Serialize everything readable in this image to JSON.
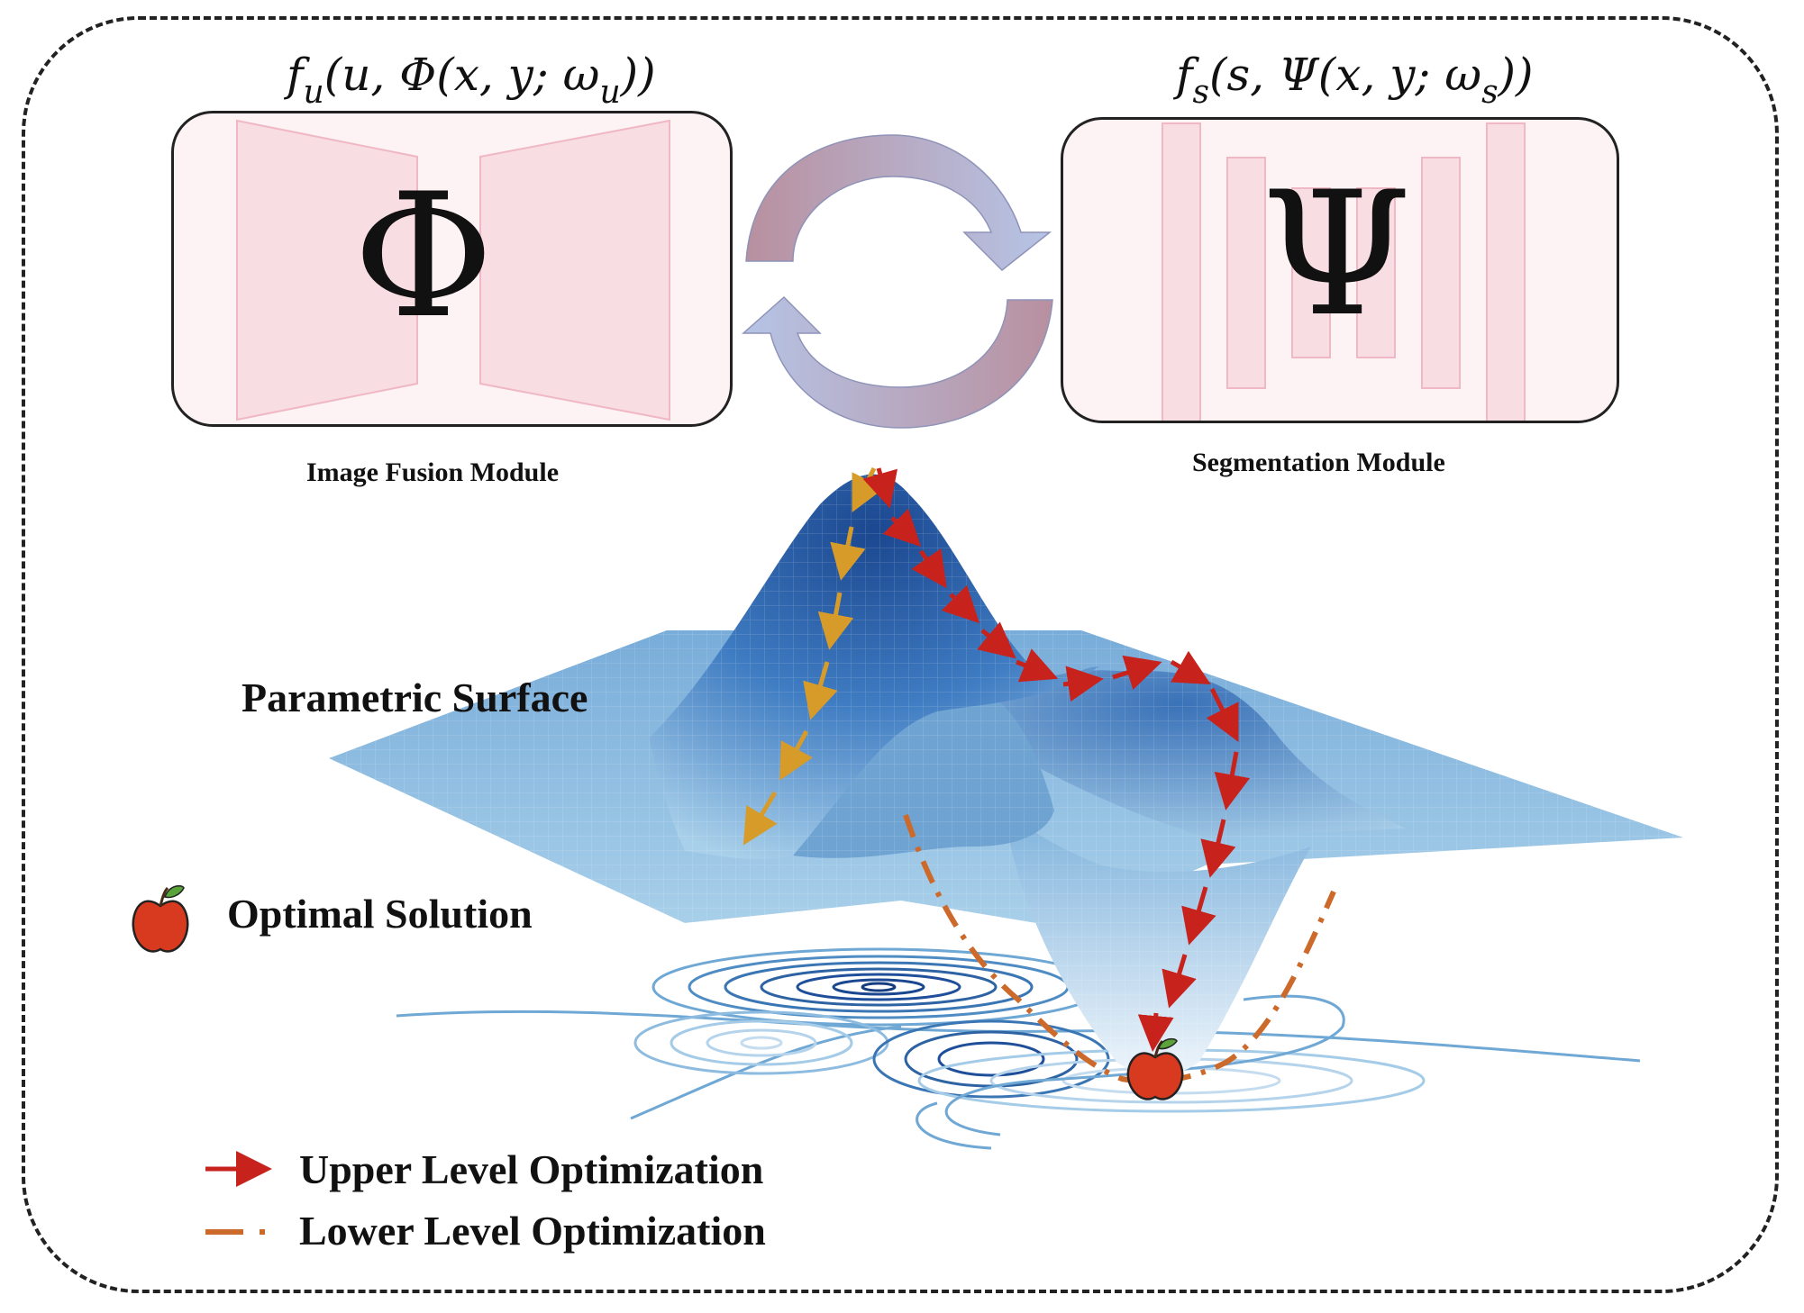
{
  "modules": {
    "fusion": {
      "formula_main": "f",
      "formula_sub": "u",
      "formula_args": "(u, Φ(x, y; ω",
      "formula_sub2": "u",
      "formula_end": "))",
      "symbol": "Φ",
      "label": "Image Fusion Module"
    },
    "segmentation": {
      "formula_main": "f",
      "formula_sub": "s",
      "formula_args": "(s, Ψ(x, y; ω",
      "formula_sub2": "s",
      "formula_end": "))",
      "symbol": "Ψ",
      "label": "Segmentation Module"
    }
  },
  "surface": {
    "label": "Parametric Surface"
  },
  "legend": {
    "optimal": "Optimal Solution",
    "upper": "Upper Level Optimization",
    "lower": "Lower Level Optimization"
  },
  "colors": {
    "upper_arrow": "#c8221c",
    "lower_path": "#cc6a2c",
    "gold_arrow": "#d79b2a",
    "surface_dark": "#1f4f9a",
    "surface_light": "#a9d0ea",
    "module_fill": "#f8dde3",
    "cycle_pink": "#b8909f",
    "cycle_blue": "#b6c4e6"
  }
}
